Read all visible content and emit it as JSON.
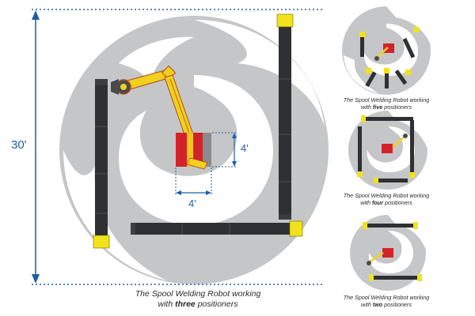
{
  "dimensions": {
    "height_label": "30'",
    "positioner_height_label": "4'",
    "positioner_width_label": "4'"
  },
  "captions": {
    "main": {
      "line1": "The Spool Welding Robot working",
      "line2_prefix": "with ",
      "line2_bold": "three",
      "line2_suffix": " positioners"
    },
    "five": {
      "line1": "The Spool Welding Robot working",
      "line2_prefix": "with ",
      "line2_bold": "five",
      "line2_suffix": " positioners"
    },
    "four": {
      "line1": "The Spool Welding Robot working",
      "line2_prefix": "with ",
      "line2_bold": "four",
      "line2_suffix": " positioners"
    },
    "two": {
      "line1": "The Spool Welding Robot working",
      "line2_prefix": "with ",
      "line2_bold": "two",
      "line2_suffix": " positioners"
    }
  },
  "colors": {
    "swirl": "#c5c6c8",
    "pipe": "#2f3033",
    "pipe_cap": "#f2e21b",
    "robot_arm": "#f2d01e",
    "robot_outline": "#b24a1e",
    "positioner": "#d2232a",
    "dimension": "#1f5ea8"
  }
}
